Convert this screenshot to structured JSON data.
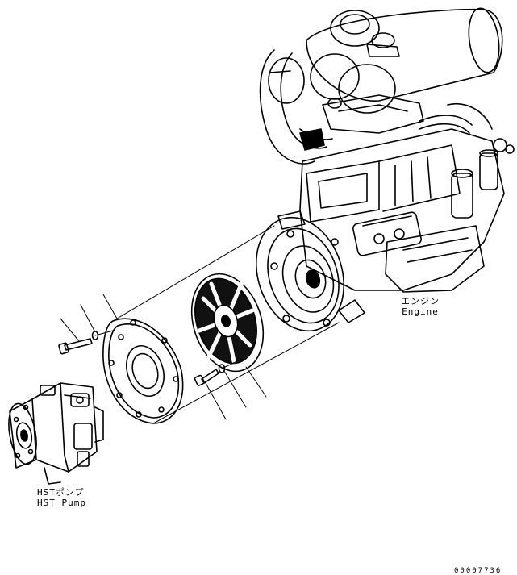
{
  "labels": {
    "engine_jp": "エンジン",
    "engine_en": "Engine",
    "pump_jp": "HSTポンプ",
    "pump_en": "HST Pump",
    "drawing_code": "00007736"
  },
  "colors": {
    "line": "#000000",
    "background": "#ffffff"
  }
}
